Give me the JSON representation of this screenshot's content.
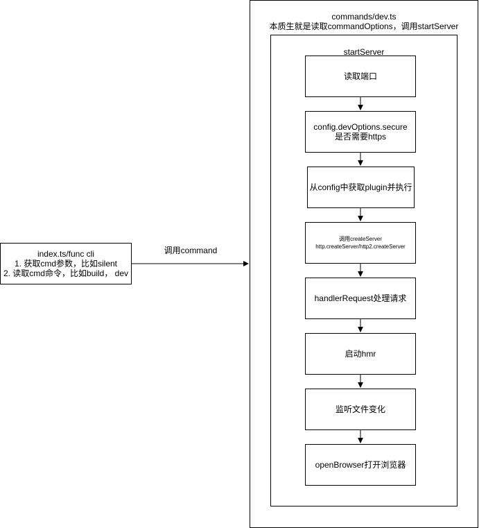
{
  "cli_box": {
    "lines": [
      "index.ts/func cli",
      "1. 获取cmd参数，比如silent",
      "2. 读取cmd命令，比如build， dev"
    ]
  },
  "edge_label": "调用command",
  "outer_container": {
    "title_line1": "commands/dev.ts",
    "title_line2": "本质生就是读取commandOptions，调用startServer"
  },
  "inner_container": {
    "title": "startServer"
  },
  "steps": [
    {
      "lines": [
        "读取端口"
      ]
    },
    {
      "lines": [
        "config.devOptions.secure",
        "是否需要https"
      ]
    },
    {
      "lines": [
        "从config中获取plugin并执行"
      ]
    },
    {
      "lines": [
        "调用createServer",
        "http.createServer/http2.createServer"
      ]
    },
    {
      "lines": [
        "handlerRequest处理请求"
      ]
    },
    {
      "lines": [
        "启动hmr"
      ]
    },
    {
      "lines": [
        "监听文件变化"
      ]
    },
    {
      "lines": [
        "openBrowser打开浏览器"
      ]
    }
  ]
}
